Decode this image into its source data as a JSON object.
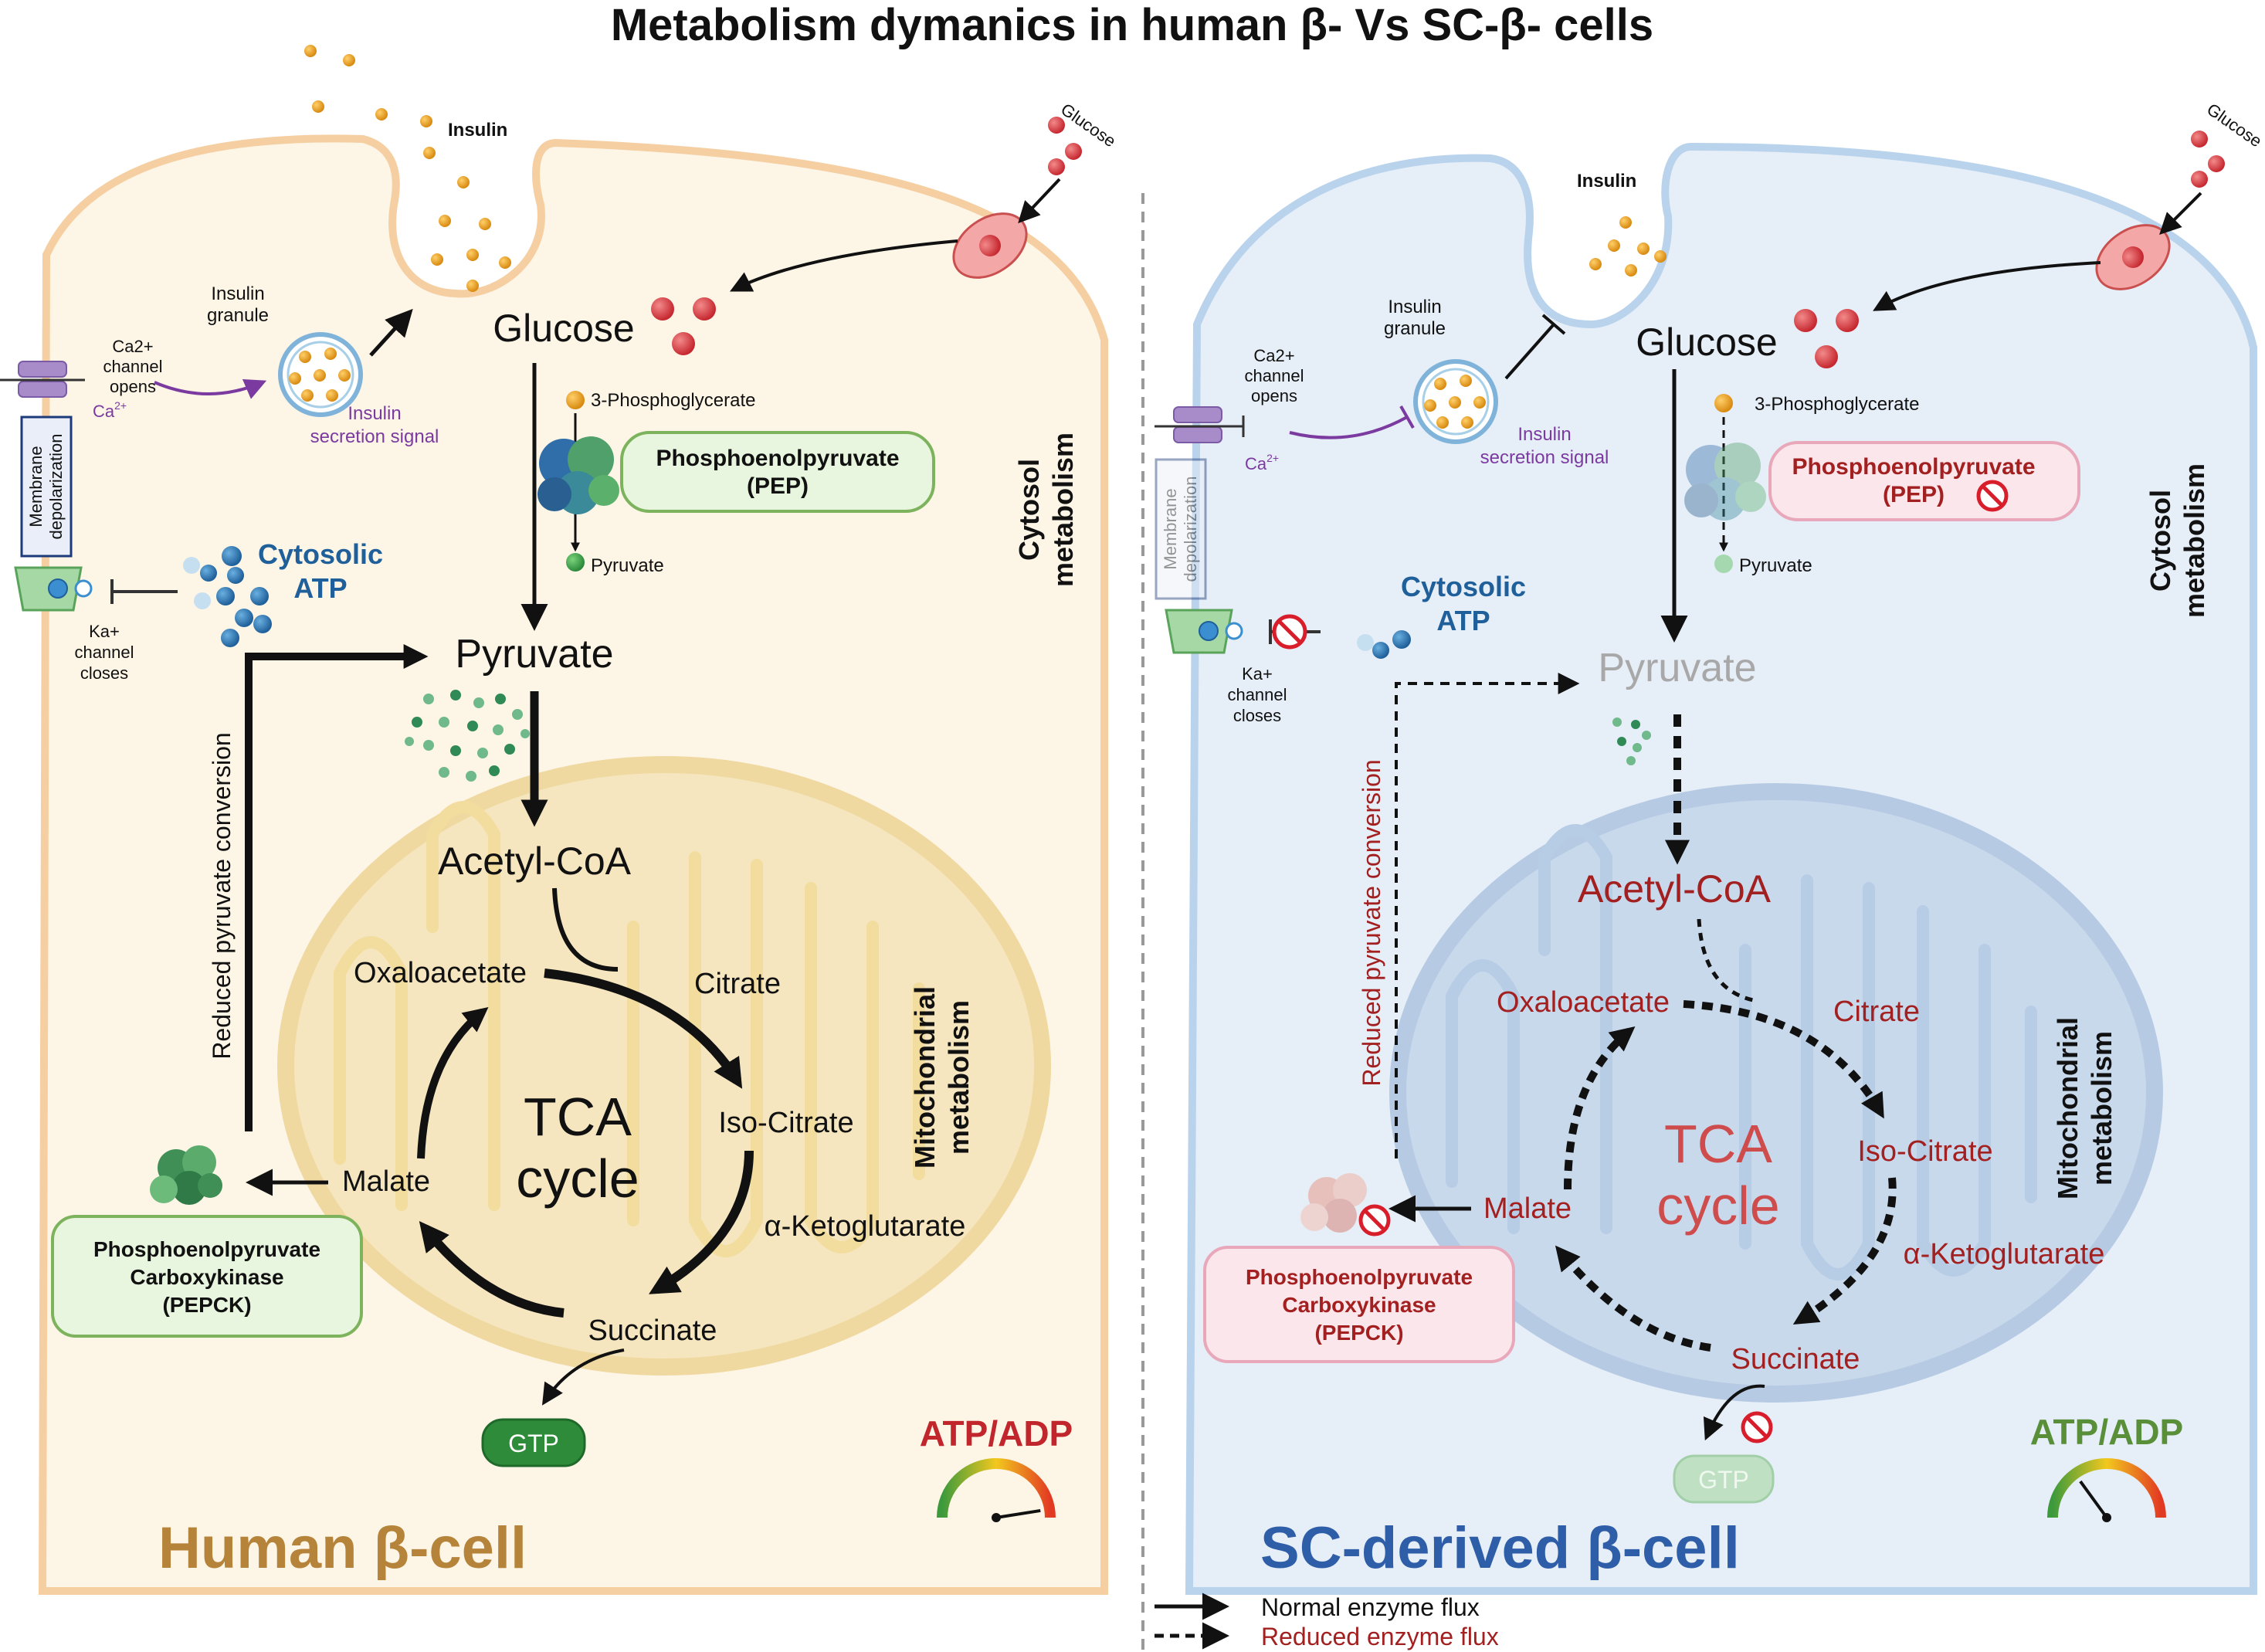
{
  "title": "Metabolism dymanics in human β- Vs SC-β- cells",
  "colors": {
    "left_cell_fill": "#fdf5e6",
    "left_cell_stroke": "#f5cfa2",
    "right_cell_fill": "#e6eef8",
    "right_cell_stroke": "#b9d3ec",
    "mito_left_fill": "#f5e6bf",
    "mito_left_stroke": "#efd9a0",
    "mito_right_fill": "#c9d9ec",
    "mito_right_stroke": "#b6cbe3",
    "reduced_red": "#a32020",
    "human_label": "#b58339",
    "sc_label": "#2f5ea8",
    "atp_blue": "#1f5f9a",
    "green_box_fill": "#e9f6df",
    "green_box_stroke": "#7db35d",
    "pink_box_fill": "#fbe6ec",
    "pink_box_stroke": "#e8a8ba",
    "gtp_green": "#2e8b3a",
    "ban_red": "#d91e2b",
    "glucose_red": "#d0404a",
    "insulin_orange": "#e39a1e"
  },
  "left": {
    "cell_label": "Human β-cell",
    "insulin": "Insulin",
    "insulin_granule": [
      "Insulin",
      "granule"
    ],
    "ca_channel": [
      "Ca2+",
      "channel",
      "opens"
    ],
    "ca_ion": "Ca",
    "ca_sup": "2+",
    "membrane_depolarization": [
      "Membrane",
      "depolarization"
    ],
    "insulin_signal": [
      "Insulin",
      "secretion signal"
    ],
    "glucose_outside": "Glucose",
    "glucose": "Glucose",
    "phosphoglycerate": "3-Phosphoglycerate",
    "pep": [
      "Phosphoenolpyruvate",
      "(PEP)"
    ],
    "pyruvate_small": "Pyruvate",
    "cytosolic_atp": [
      "Cytosolic",
      "ATP"
    ],
    "ka_channel": [
      "Ka+",
      "channel",
      "closes"
    ],
    "pyruvate": "Pyruvate",
    "reduced_conversion": "Reduced pyruvate conversion",
    "cytosol_metabolism": [
      "Cytosol",
      "metabolism"
    ],
    "acetyl_coa": "Acetyl-CoA",
    "oxaloacetate": "Oxaloacetate",
    "citrate": "Citrate",
    "tca": [
      "TCA",
      "cycle"
    ],
    "iso_citrate": "Iso-Citrate",
    "malate": "Malate",
    "ketoglutarate": "α-Ketoglutarate",
    "succinate": "Succinate",
    "gtp": "GTP",
    "mitochondrial_metabolism": [
      "Mitochondrial",
      "metabolism"
    ],
    "pepck": [
      "Phosphoenolpyruvate",
      "Carboxykinase",
      "(PEPCK)"
    ],
    "atp_adp": "ATP/ADP",
    "atp_adp_level": 0.95
  },
  "right": {
    "cell_label": "SC-derived β-cell",
    "insulin": "Insulin",
    "insulin_granule": [
      "Insulin",
      "granule"
    ],
    "ca_channel": [
      "Ca2+",
      "channel",
      "opens"
    ],
    "ca_ion": "Ca",
    "ca_sup": "2+",
    "membrane_depolarization": [
      "Membrane",
      "depolarization"
    ],
    "insulin_signal": [
      "Insulin",
      "secretion signal"
    ],
    "glucose_outside": "Glucose",
    "glucose": "Glucose",
    "phosphoglycerate": "3-Phosphoglycerate",
    "pep": [
      "Phosphoenolpyruvate",
      "(PEP)"
    ],
    "pyruvate_small": "Pyruvate",
    "cytosolic_atp": [
      "Cytosolic",
      "ATP"
    ],
    "ka_channel": [
      "Ka+",
      "channel",
      "closes"
    ],
    "pyruvate": "Pyruvate",
    "reduced_conversion": "Reduced pyruvate conversion",
    "cytosol_metabolism": [
      "Cytosol",
      "metabolism"
    ],
    "acetyl_coa": "Acetyl-CoA",
    "oxaloacetate": "Oxaloacetate",
    "citrate": "Citrate",
    "tca": [
      "TCA",
      "cycle"
    ],
    "iso_citrate": "Iso-Citrate",
    "malate": "Malate",
    "ketoglutarate": "α-Ketoglutarate",
    "succinate": "Succinate",
    "gtp": "GTP",
    "mitochondrial_metabolism": [
      "Mitochondrial",
      "metabolism"
    ],
    "pepck": [
      "Phosphoenolpyruvate",
      "Carboxykinase",
      "(PEPCK)"
    ],
    "atp_adp": "ATP/ADP",
    "atp_adp_level": 0.3
  },
  "legend": {
    "normal": "Normal enzyme flux",
    "reduced": "Reduced enzyme flux"
  }
}
